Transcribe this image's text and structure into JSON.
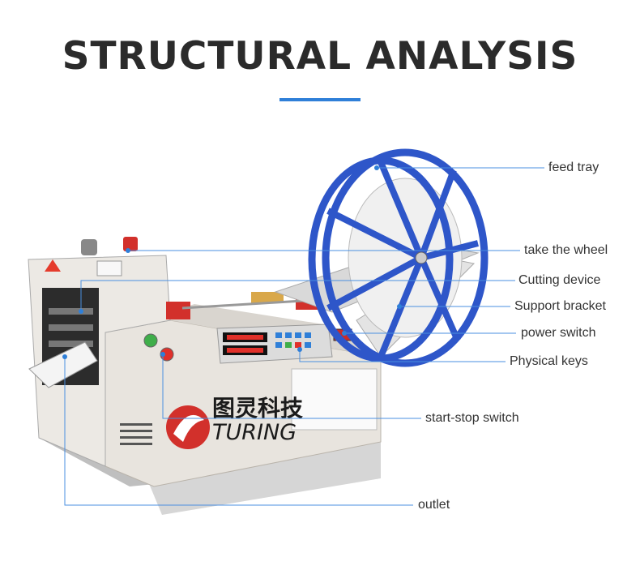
{
  "title": "STRUCTURAL ANALYSIS",
  "accent_color": "#2f7fd8",
  "brand": {
    "chinese": "图灵科技",
    "latin": "TURING"
  },
  "callouts": {
    "feed_tray": "feed tray",
    "take_the_wheel": "take the wheel",
    "cutting_device": "Cutting device",
    "support_bracket": "Support bracket",
    "power_switch": "power switch",
    "physical_keys": "Physical keys",
    "start_stop_switch": "start-stop switch",
    "outlet": "outlet"
  }
}
